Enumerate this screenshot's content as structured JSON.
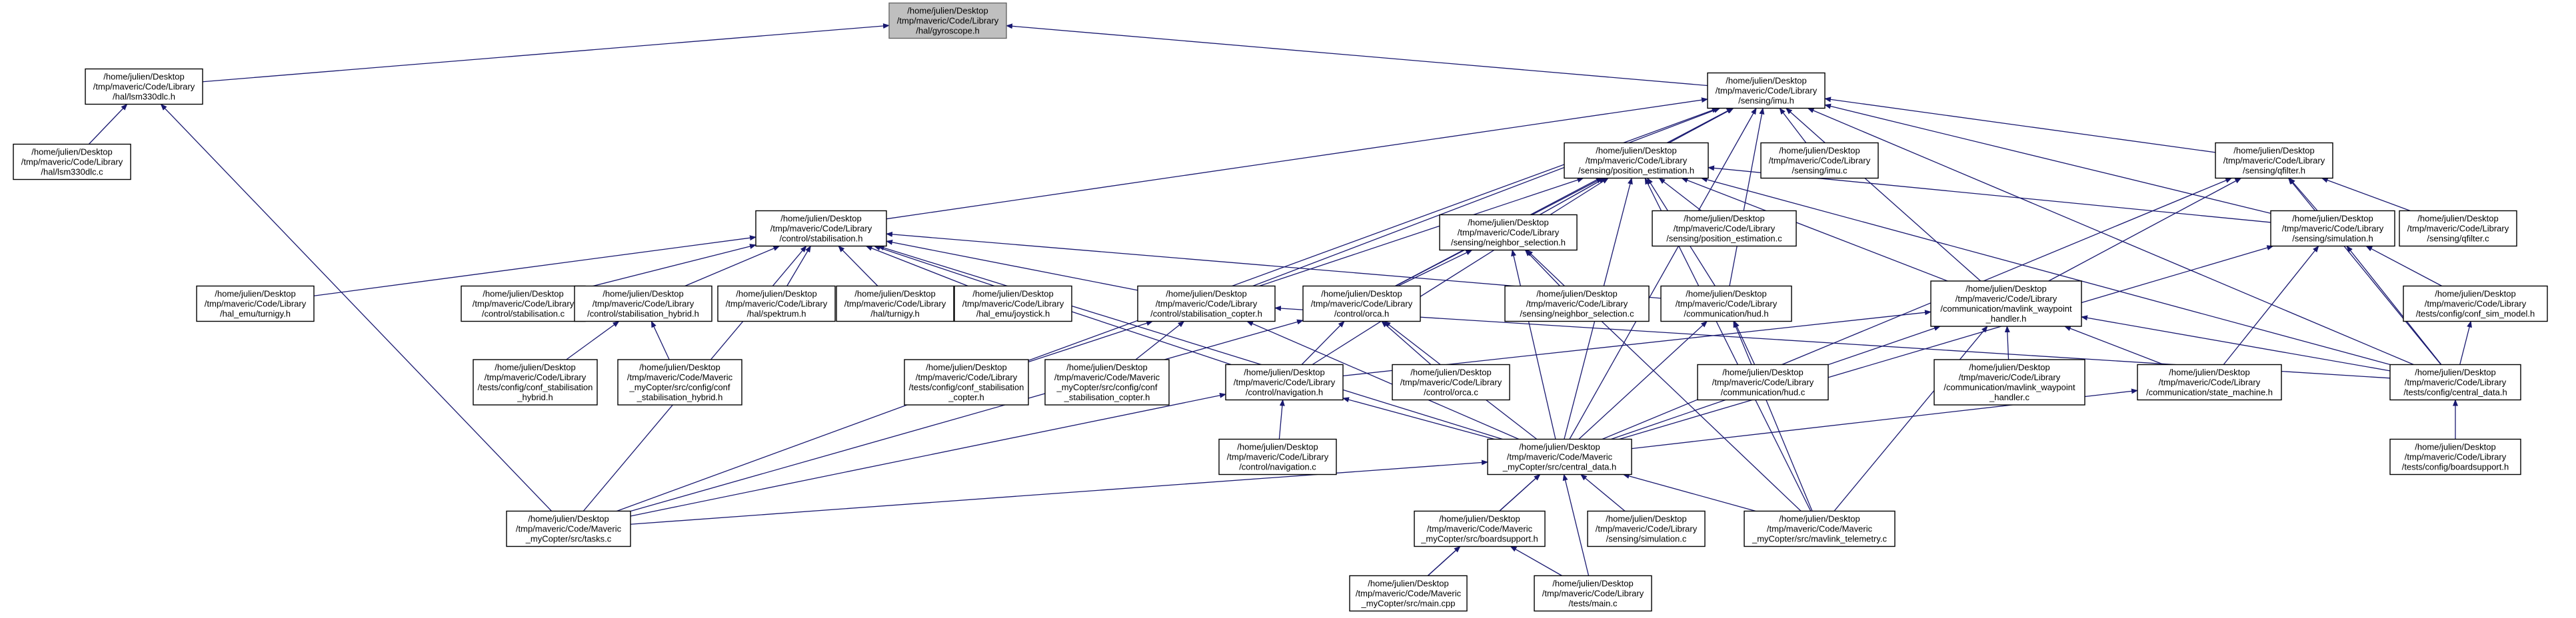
{
  "nodes": {
    "gyroscope": [
      "/home/julien/Desktop",
      "/tmp/maveric/Code/Library",
      "/hal/gyroscope.h"
    ],
    "lsm330dlc_h": [
      "/home/julien/Desktop",
      "/tmp/maveric/Code/Library",
      "/hal/lsm330dlc.h"
    ],
    "lsm330dlc_c": [
      "/home/julien/Desktop",
      "/tmp/maveric/Code/Library",
      "/hal/lsm330dlc.c"
    ],
    "imu_h": [
      "/home/julien/Desktop",
      "/tmp/maveric/Code/Library",
      "/sensing/imu.h"
    ],
    "position_estimation_h": [
      "/home/julien/Desktop",
      "/tmp/maveric/Code/Library",
      "/sensing/position_estimation.h"
    ],
    "imu_c": [
      "/home/julien/Desktop",
      "/tmp/maveric/Code/Library",
      "/sensing/imu.c"
    ],
    "qfilter_h": [
      "/home/julien/Desktop",
      "/tmp/maveric/Code/Library",
      "/sensing/qfilter.h"
    ],
    "stabilisation_h": [
      "/home/julien/Desktop",
      "/tmp/maveric/Code/Library",
      "/control/stabilisation.h"
    ],
    "neighbor_selection_h": [
      "/home/julien/Desktop",
      "/tmp/maveric/Code/Library",
      "/sensing/neighbor_selection.h"
    ],
    "position_estimation_c": [
      "/home/julien/Desktop",
      "/tmp/maveric/Code/Library",
      "/sensing/position_estimation.c"
    ],
    "simulation_h": [
      "/home/julien/Desktop",
      "/tmp/maveric/Code/Library",
      "/sensing/simulation.h"
    ],
    "qfilter_c": [
      "/home/julien/Desktop",
      "/tmp/maveric/Code/Library",
      "/sensing/qfilter.c"
    ],
    "hal_emu_turnigy_h": [
      "/home/julien/Desktop",
      "/tmp/maveric/Code/Library",
      "/hal_emu/turnigy.h"
    ],
    "stabilisation_c": [
      "/home/julien/Desktop",
      "/tmp/maveric/Code/Library",
      "/control/stabilisation.c"
    ],
    "stabilisation_hybrid_h": [
      "/home/julien/Desktop",
      "/tmp/maveric/Code/Library",
      "/control/stabilisation_hybrid.h"
    ],
    "spektrum_h": [
      "/home/julien/Desktop",
      "/tmp/maveric/Code/Library",
      "/hal/spektrum.h"
    ],
    "hal_turnigy_h": [
      "/home/julien/Desktop",
      "/tmp/maveric/Code/Library",
      "/hal/turnigy.h"
    ],
    "joystick_h": [
      "/home/julien/Desktop",
      "/tmp/maveric/Code/Library",
      "/hal_emu/joystick.h"
    ],
    "stabilisation_copter_h": [
      "/home/julien/Desktop",
      "/tmp/maveric/Code/Library",
      "/control/stabilisation_copter.h"
    ],
    "orca_h": [
      "/home/julien/Desktop",
      "/tmp/maveric/Code/Library",
      "/control/orca.h"
    ],
    "neighbor_selection_c": [
      "/home/julien/Desktop",
      "/tmp/maveric/Code/Library",
      "/sensing/neighbor_selection.c"
    ],
    "hud_h": [
      "/home/julien/Desktop",
      "/tmp/maveric/Code/Library",
      "/communication/hud.h"
    ],
    "mavlink_waypoint_handler_h": [
      "/home/julien/Desktop",
      "/tmp/maveric/Code/Library",
      "/communication/mavlink_waypoint",
      "_handler.h"
    ],
    "conf_sim_model_h": [
      "/home/julien/Desktop",
      "/tmp/maveric/Code/Library",
      "/tests/config/conf_sim_model.h"
    ],
    "tests_conf_stabilisation_hybrid": [
      "/home/julien/Desktop",
      "/tmp/maveric/Code/Library",
      "/tests/config/conf_stabilisation",
      "_hybrid.h"
    ],
    "maveric_conf_stabilisation_hybrid": [
      "/home/julien/Desktop",
      "/tmp/maveric/Code/Maveric",
      "_myCopter/src/config/conf",
      "_stabilisation_hybrid.h"
    ],
    "tests_conf_stabilisation_copter": [
      "/home/julien/Desktop",
      "/tmp/maveric/Code/Library",
      "/tests/config/conf_stabilisation",
      "_copter.h"
    ],
    "maveric_conf_stabilisation_copter": [
      "/home/julien/Desktop",
      "/tmp/maveric/Code/Maveric",
      "_myCopter/src/config/conf",
      "_stabilisation_copter.h"
    ],
    "navigation_h": [
      "/home/julien/Desktop",
      "/tmp/maveric/Code/Library",
      "/control/navigation.h"
    ],
    "orca_c": [
      "/home/julien/Desktop",
      "/tmp/maveric/Code/Library",
      "/control/orca.c"
    ],
    "hud_c": [
      "/home/julien/Desktop",
      "/tmp/maveric/Code/Library",
      "/communication/hud.c"
    ],
    "mavlink_waypoint_handler_c": [
      "/home/julien/Desktop",
      "/tmp/maveric/Code/Library",
      "/communication/mavlink_waypoint",
      "_handler.c"
    ],
    "state_machine_h": [
      "/home/julien/Desktop",
      "/tmp/maveric/Code/Library",
      "/communication/state_machine.h"
    ],
    "tests_central_data_h": [
      "/home/julien/Desktop",
      "/tmp/maveric/Code/Library",
      "/tests/config/central_data.h"
    ],
    "navigation_c": [
      "/home/julien/Desktop",
      "/tmp/maveric/Code/Library",
      "/control/navigation.c"
    ],
    "central_data_h": [
      "/home/julien/Desktop",
      "/tmp/maveric/Code/Maveric",
      "_myCopter/src/central_data.h"
    ],
    "boardsupport_h": [
      "/home/julien/Desktop",
      "/tmp/maveric/Code/Library",
      "/tests/config/boardsupport.h"
    ],
    "tasks_c": [
      "/home/julien/Desktop",
      "/tmp/maveric/Code/Maveric",
      "_myCopter/src/tasks.c"
    ],
    "maveric_boardsupport_h": [
      "/home/julien/Desktop",
      "/tmp/maveric/Code/Maveric",
      "_myCopter/src/boardsupport.h"
    ],
    "simulation_c": [
      "/home/julien/Desktop",
      "/tmp/maveric/Code/Library",
      "/sensing/simulation.c"
    ],
    "mavlink_telemetry_c": [
      "/home/julien/Desktop",
      "/tmp/maveric/Code/Maveric",
      "_myCopter/src/mavlink_telemetry.c"
    ],
    "main_cpp": [
      "/home/julien/Desktop",
      "/tmp/maveric/Code/Maveric",
      "_myCopter/src/main.cpp"
    ],
    "tests_main_c": [
      "/home/julien/Desktop",
      "/tmp/maveric/Code/Library",
      "/tests/main.c"
    ]
  },
  "edges": [
    [
      "lsm330dlc_h",
      "gyroscope"
    ],
    [
      "imu_h",
      "gyroscope"
    ],
    [
      "lsm330dlc_c",
      "lsm330dlc_h"
    ],
    [
      "tasks_c",
      "lsm330dlc_h"
    ],
    [
      "stabilisation_h",
      "imu_h"
    ],
    [
      "position_estimation_h",
      "imu_h"
    ],
    [
      "imu_c",
      "imu_h"
    ],
    [
      "qfilter_h",
      "imu_h"
    ],
    [
      "simulation_h",
      "imu_h"
    ],
    [
      "tests_central_data_h",
      "imu_h"
    ],
    [
      "central_data_h",
      "imu_h"
    ],
    [
      "mavlink_waypoint_handler_h",
      "imu_h"
    ],
    [
      "hud_h",
      "imu_h"
    ],
    [
      "orca_h",
      "imu_h"
    ],
    [
      "stabilisation_copter_h",
      "imu_h"
    ],
    [
      "tasks_c",
      "imu_h"
    ],
    [
      "position_estimation_c",
      "position_estimation_h"
    ],
    [
      "neighbor_selection_h",
      "position_estimation_h"
    ],
    [
      "simulation_h",
      "position_estimation_h"
    ],
    [
      "orca_h",
      "position_estimation_h"
    ],
    [
      "hud_h",
      "position_estimation_h"
    ],
    [
      "mavlink_waypoint_handler_h",
      "position_estimation_h"
    ],
    [
      "navigation_h",
      "position_estimation_h"
    ],
    [
      "central_data_h",
      "position_estimation_h"
    ],
    [
      "tests_central_data_h",
      "position_estimation_h"
    ],
    [
      "stabilisation_copter_h",
      "position_estimation_h"
    ],
    [
      "mavlink_telemetry_c",
      "position_estimation_h"
    ],
    [
      "qfilter_c",
      "qfilter_h"
    ],
    [
      "simulation_h",
      "qfilter_h"
    ],
    [
      "mavlink_waypoint_handler_h",
      "qfilter_h"
    ],
    [
      "central_data_h",
      "qfilter_h"
    ],
    [
      "tests_central_data_h",
      "qfilter_h"
    ],
    [
      "hal_emu_turnigy_h",
      "stabilisation_h"
    ],
    [
      "stabilisation_c",
      "stabilisation_h"
    ],
    [
      "stabilisation_hybrid_h",
      "stabilisation_h"
    ],
    [
      "spektrum_h",
      "stabilisation_h"
    ],
    [
      "hal_turnigy_h",
      "stabilisation_h"
    ],
    [
      "joystick_h",
      "stabilisation_h"
    ],
    [
      "stabilisation_copter_h",
      "stabilisation_h"
    ],
    [
      "hud_h",
      "stabilisation_h"
    ],
    [
      "navigation_h",
      "stabilisation_h"
    ],
    [
      "central_data_h",
      "stabilisation_h"
    ],
    [
      "tasks_c",
      "stabilisation_h"
    ],
    [
      "neighbor_selection_c",
      "neighbor_selection_h"
    ],
    [
      "orca_h",
      "neighbor_selection_h"
    ],
    [
      "central_data_h",
      "neighbor_selection_h"
    ],
    [
      "mavlink_telemetry_c",
      "neighbor_selection_h"
    ],
    [
      "conf_sim_model_h",
      "simulation_h"
    ],
    [
      "tests_central_data_h",
      "simulation_h"
    ],
    [
      "central_data_h",
      "simulation_h"
    ],
    [
      "state_machine_h",
      "simulation_h"
    ],
    [
      "tests_conf_stabilisation_hybrid",
      "stabilisation_hybrid_h"
    ],
    [
      "maveric_conf_stabilisation_hybrid",
      "stabilisation_hybrid_h"
    ],
    [
      "tests_conf_stabilisation_copter",
      "stabilisation_copter_h"
    ],
    [
      "maveric_conf_stabilisation_copter",
      "stabilisation_copter_h"
    ],
    [
      "central_data_h",
      "stabilisation_copter_h"
    ],
    [
      "tests_central_data_h",
      "stabilisation_copter_h"
    ],
    [
      "orca_c",
      "orca_h"
    ],
    [
      "navigation_h",
      "orca_h"
    ],
    [
      "central_data_h",
      "orca_h"
    ],
    [
      "tasks_c",
      "orca_h"
    ],
    [
      "hud_c",
      "hud_h"
    ],
    [
      "central_data_h",
      "hud_h"
    ],
    [
      "mavlink_telemetry_c",
      "hud_h"
    ],
    [
      "mavlink_waypoint_handler_c",
      "mavlink_waypoint_handler_h"
    ],
    [
      "state_machine_h",
      "mavlink_waypoint_handler_h"
    ],
    [
      "tests_central_data_h",
      "mavlink_waypoint_handler_h"
    ],
    [
      "central_data_h",
      "mavlink_waypoint_handler_h"
    ],
    [
      "mavlink_telemetry_c",
      "mavlink_waypoint_handler_h"
    ],
    [
      "navigation_h",
      "mavlink_waypoint_handler_h"
    ],
    [
      "tests_central_data_h",
      "conf_sim_model_h"
    ],
    [
      "navigation_c",
      "navigation_h"
    ],
    [
      "central_data_h",
      "navigation_h"
    ],
    [
      "tasks_c",
      "navigation_h"
    ],
    [
      "central_data_h",
      "state_machine_h"
    ],
    [
      "boardsupport_h",
      "tests_central_data_h"
    ],
    [
      "tasks_c",
      "central_data_h"
    ],
    [
      "maveric_boardsupport_h",
      "central_data_h"
    ],
    [
      "simulation_c",
      "central_data_h"
    ],
    [
      "mavlink_telemetry_c",
      "central_data_h"
    ],
    [
      "main_cpp",
      "central_data_h"
    ],
    [
      "tests_main_c",
      "central_data_h"
    ],
    [
      "main_cpp",
      "maveric_boardsupport_h"
    ],
    [
      "tests_main_c",
      "maveric_boardsupport_h"
    ]
  ],
  "colors": {
    "edge": "#191970",
    "node_border": "#000000",
    "root_fill": "#bfbfbf",
    "root_border": "#666666"
  }
}
